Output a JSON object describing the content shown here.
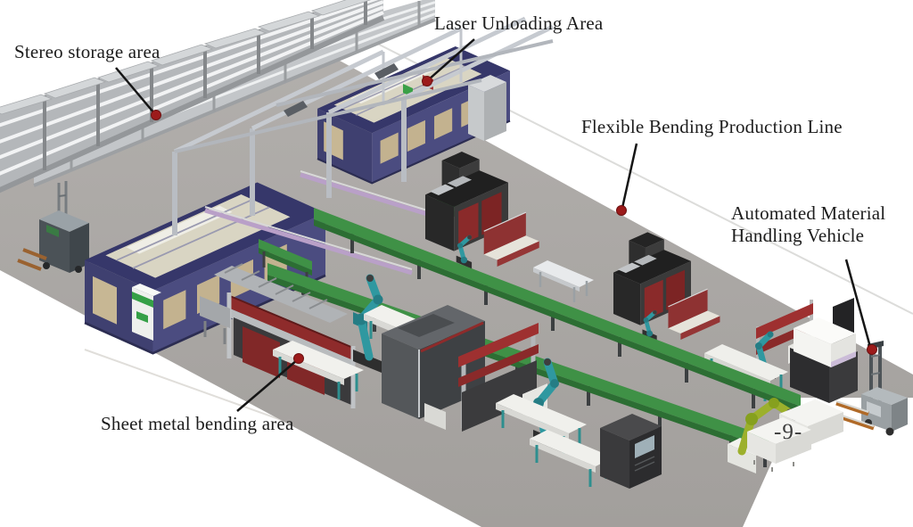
{
  "figure": {
    "type": "3d-factory-layout-illustration",
    "page_number": "-9-",
    "labels": {
      "stereo_storage": "Stereo storage area",
      "laser_unloading": "Laser Unloading Area",
      "flexible_bending": "Flexible Bending Production Line",
      "material_handling": "Automated Material Handling Vehicle",
      "sheet_metal": "Sheet metal bending area"
    },
    "palette": {
      "floor_gray": "#a9a6a3",
      "conveyor_green": "#3f9146",
      "laser_machine_blue": "#41426e",
      "machine_dark": "#2e2e2e",
      "accent_red": "#8e2b2b",
      "robot_teal": "#2f98a0",
      "robot_yellow_green": "#9cb02c",
      "pointer_dot_red": "#9c1b1b",
      "fork_orange": "#b06a28",
      "rack_gray": "#b4b7ba"
    },
    "elements": [
      "stereo-storage-rack",
      "forklift",
      "gantry-crane",
      "laser-cutting-machine-1",
      "laser-cutting-machine-2",
      "laser-outfeed-conveyor",
      "conveyor-belt-upper",
      "conveyor-belt-lower",
      "bending-cell-1",
      "bending-cell-2",
      "press-brake-1",
      "press-brake-2",
      "press-brake-3",
      "press-brake-4",
      "industrial-robots",
      "palletizing-robot",
      "pallet-stacks",
      "work-tables",
      "control-cabinet",
      "automated-material-handling-vehicle"
    ]
  }
}
